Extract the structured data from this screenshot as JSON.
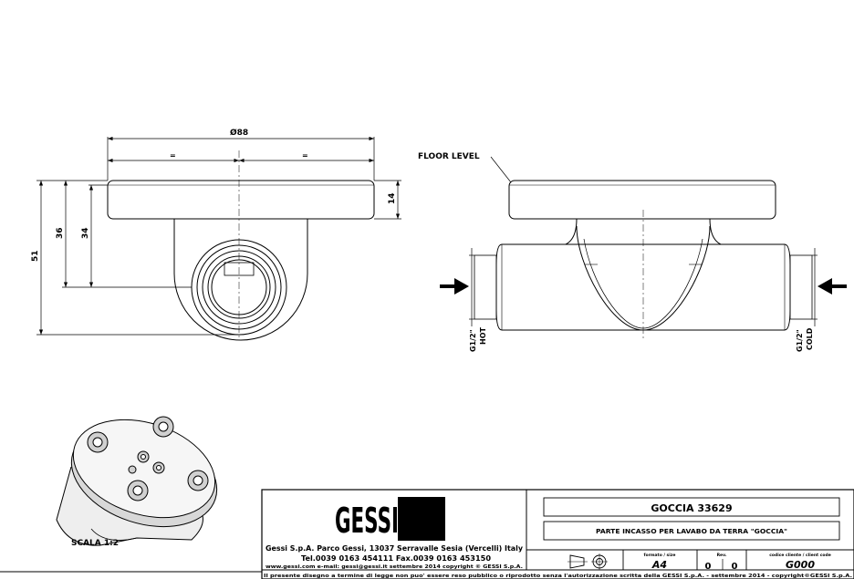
{
  "front_view": {
    "dim_diameter": "Ø88",
    "dim_equal_left": "=",
    "dim_equal_right": "=",
    "dim_overall_height": "51",
    "dim_height_36": "36",
    "dim_height_34": "34",
    "dim_plate_thickness": "14"
  },
  "side_view": {
    "floor_level": "FLOOR LEVEL",
    "hot_size": "G1/2\"",
    "hot_label": "HOT",
    "cold_size": "G1/2\"",
    "cold_label": "COLD"
  },
  "iso_view": {
    "scale": "SCALA 1:2"
  },
  "title_block": {
    "logo": "GESSI",
    "company": "Gessi S.p.A. Parco Gessi, 13037 Serravalle Sesia (Vercelli) Italy",
    "phone": "Tel.0039 0163 454111 Fax.0039 0163 453150",
    "web": "www.gessi.com e-mail: gessi@gessi.it settembre 2014 copyright © GESSI S.p.A.",
    "product_title": "GOCCIA 33629",
    "description": "PARTE INCASSO PER LAVABO DA TERRA \"GOCCIA\"",
    "format_label": "formato / size",
    "format_value": "A4",
    "rev_label": "Rev.",
    "rev_value_1": "0",
    "rev_value_2": "0",
    "code_label": "codice cliente / client code",
    "code_value": "G000",
    "disclaimer": "Il presente disegno a termine di legge non puo' essere reso pubblico o riprodotto senza l'autorizzazione scritta della GESSI S.p.A. - settembre 2014 - copyright©GESSI S.p.A."
  }
}
